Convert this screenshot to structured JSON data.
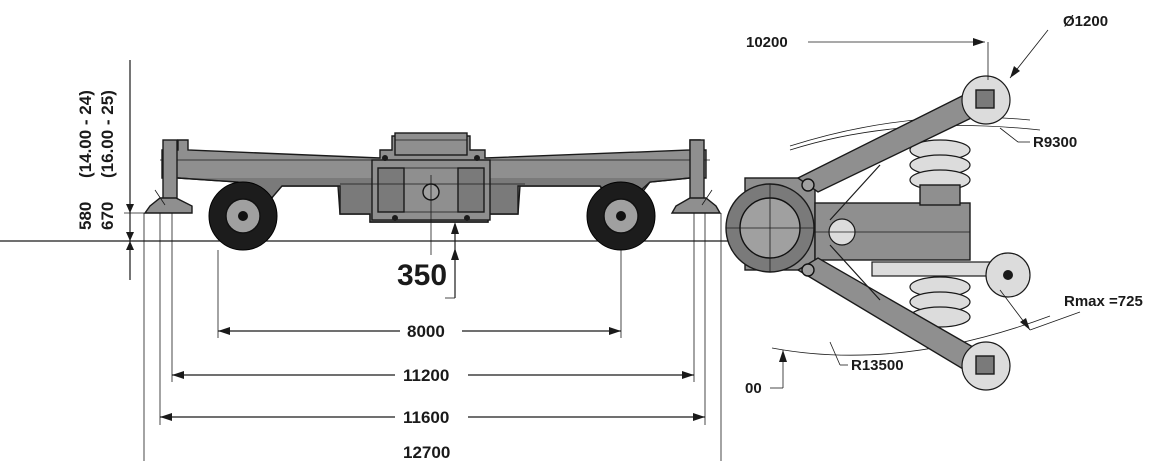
{
  "side_view": {
    "dim_wheelbase": "8000",
    "dim_outrigger_inner": "11200",
    "dim_outrigger_outer": "11600",
    "dim_overall": "12700",
    "dim_ground_clearance": "350",
    "dim_height_1": "580",
    "dim_height_1_tire": "(14.00 - 24)",
    "dim_height_2": "670",
    "dim_height_2_tire": "(16.00 - 25)"
  },
  "top_view": {
    "dim_partial_top": "10200",
    "dim_pad_diameter": "Ø1200",
    "dim_radius_inner": "R9300",
    "dim_radius_outer": "R13500",
    "dim_rmax": "Rmax =725",
    "dim_partial_bottom": "00"
  },
  "colors": {
    "body": "#8f8f8f",
    "tire": "#1c1c1c",
    "line": "#1a1a1a"
  }
}
